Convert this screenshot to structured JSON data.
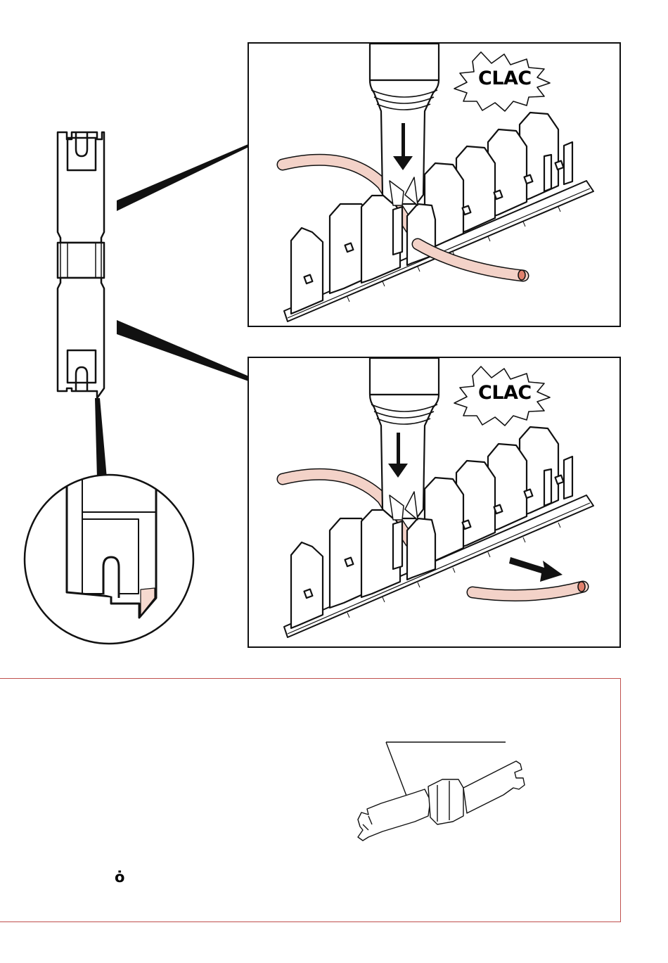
{
  "panels": [
    {
      "id": "top",
      "sound_label": "CLAC",
      "step": "cut"
    },
    {
      "id": "bottom",
      "sound_label": "CLAC",
      "step": "eject"
    }
  ],
  "note_box": {
    "mark": "ȯ",
    "accent_color": "#c0504d"
  },
  "wire_color": "#f3d2c8",
  "wire_end_color": "#e0806c",
  "icons": [
    "punch-down-blade-icon",
    "blade-tip-magnifier",
    "punch-tool-icon",
    "motion-arrow-icon"
  ]
}
